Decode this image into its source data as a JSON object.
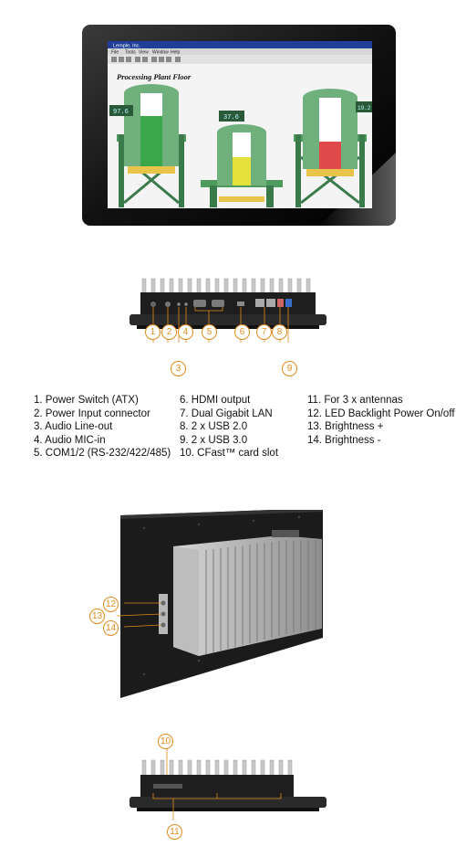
{
  "screen": {
    "window_title": "Lemple, Inc.",
    "menu": [
      "File",
      "Tools",
      "View",
      "Window",
      "Help"
    ],
    "heading": "Processing Plant Floor",
    "tank_readouts": [
      "97.6",
      "37.6",
      "19.2"
    ],
    "tank_colors": {
      "left": "#3aa84a",
      "middle": "#e4e23a",
      "right": "#e04a4a",
      "frame": "#3b8a52"
    }
  },
  "legend": {
    "col1": [
      "1. Power Switch (ATX)",
      "2. Power Input connector",
      "3. Audio Line-out",
      "4. Audio MIC-in",
      "5. COM1/2 (RS-232/422/485)"
    ],
    "col2": [
      "6. HDMI output",
      "7. Dual Gigabit LAN",
      "8. 2 x USB 2.0",
      "9. 2 x USB 3.0",
      "10. CFast™ card slot"
    ],
    "col3": [
      "11. For 3 x antennas",
      "12. LED Backlight Power On/off",
      "13. Brightness +",
      "14. Brightness -"
    ]
  },
  "callouts": {
    "bottom_view": [
      "1",
      "2",
      "3",
      "4",
      "5",
      "6",
      "7",
      "8",
      "9"
    ],
    "side_view": [
      "12",
      "13",
      "14"
    ],
    "top_view": [
      "10",
      "11"
    ]
  },
  "accent_color": "#e08a1e"
}
